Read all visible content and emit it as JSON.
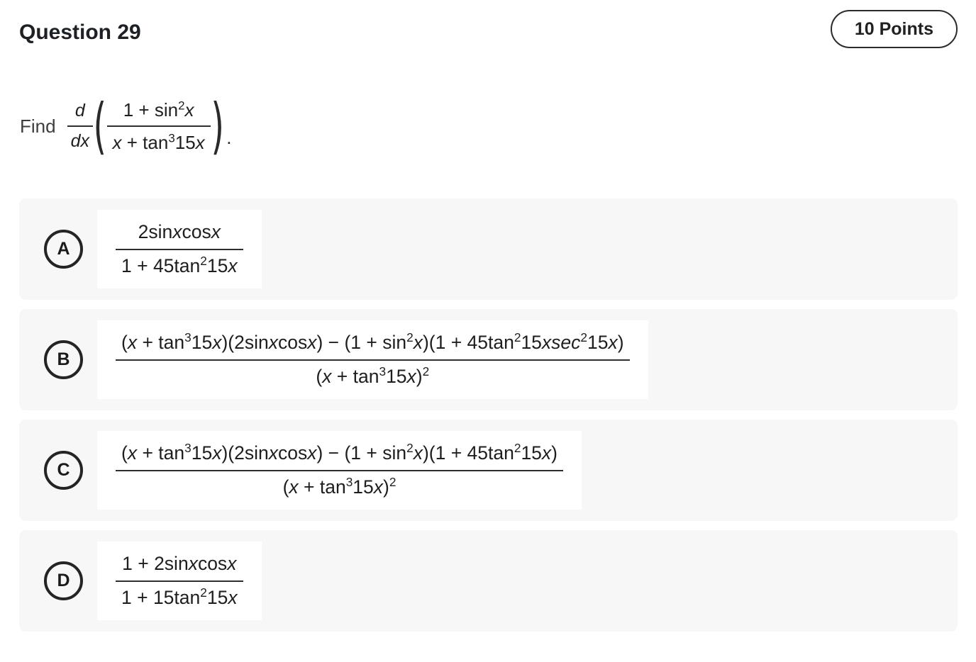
{
  "header": {
    "title": "Question 29",
    "points": "10 Points"
  },
  "question": {
    "find_label": "Find",
    "derivative": {
      "num": "*d*",
      "den": "*dx*"
    },
    "paren_left": "(",
    "paren_right": ")",
    "expr": {
      "num": "1 + sin^2^*x*",
      "den": "*x* + tan^3^15*x*"
    },
    "period": "."
  },
  "options": [
    {
      "letter": "A",
      "num": "2sin*x*cos*x*",
      "den": "1 + 45tan^2^15*x*"
    },
    {
      "letter": "B",
      "num": "(*x* + tan^3^15*x*)(2sin*x*cos*x*) − (1 + sin^2^*x*)(1 + 45tan^2^15*xsec*^2^15*x*)",
      "den": "(*x* + tan^3^15*x*)^2^"
    },
    {
      "letter": "C",
      "num": "(*x* + tan^3^15*x*)(2sin*x*cos*x*) − (1 + sin^2^*x*)(1 + 45tan^2^15*x*)",
      "den": "(*x* + tan^3^15*x*)^2^"
    },
    {
      "letter": "D",
      "num": "1 + 2sin*x*cos*x*",
      "den": "1 + 15tan^2^15*x*"
    }
  ],
  "colors": {
    "page_background": "#ffffff",
    "row_background": "#f7f7f8",
    "text": "#1f1f1f",
    "outline": "#2a2a2a"
  }
}
